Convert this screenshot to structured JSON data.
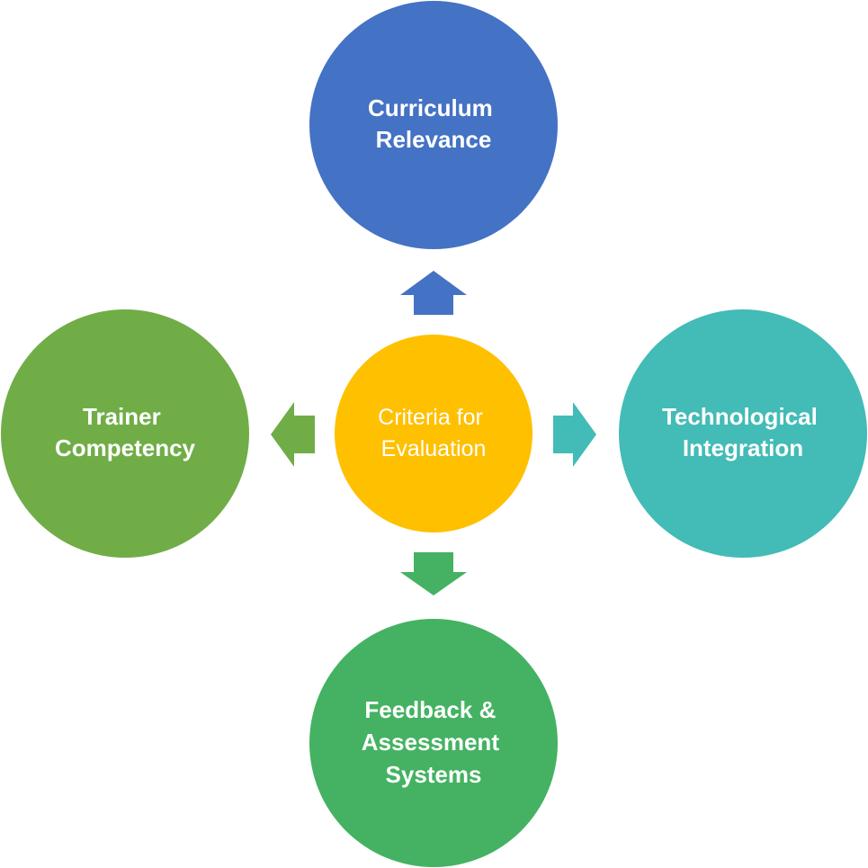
{
  "center": {
    "lines": [
      "Criteria for",
      "Evaluation"
    ],
    "color": "#FFC000"
  },
  "nodes": {
    "top": {
      "lines": [
        "Curriculum",
        "Relevance"
      ],
      "color": "#4472C4"
    },
    "right": {
      "lines": [
        "Technological",
        "Integration"
      ],
      "color": "#43BBB6"
    },
    "bottom": {
      "lines": [
        "Feedback &",
        "Assessment",
        "Systems"
      ],
      "color": "#44B262"
    },
    "left": {
      "lines": [
        "Trainer",
        "Competency"
      ],
      "color": "#70AD47"
    }
  }
}
